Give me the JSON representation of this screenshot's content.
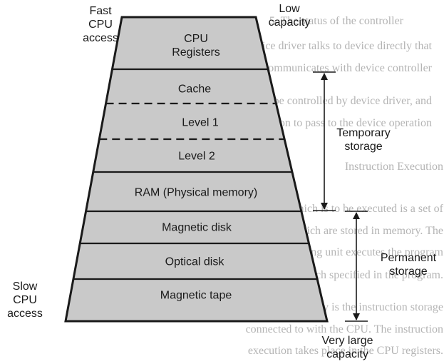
{
  "colors": {
    "pyramid_fill": "#c9c9c9",
    "outline": "#1a1a1a",
    "background_text": "#b4b4b4",
    "page_bg": "#ffffff"
  },
  "corner_labels": {
    "top_left": [
      "Fast",
      "CPU",
      "access"
    ],
    "top_right": [
      "Low",
      "capacity"
    ],
    "bottom_left": [
      "Slow",
      "CPU",
      "access"
    ],
    "bottom_right": [
      "Very large",
      "capacity"
    ]
  },
  "tiers": [
    {
      "id": "cpu-registers",
      "lines": [
        "CPU",
        "Registers"
      ]
    },
    {
      "id": "cache",
      "lines": [
        "Cache"
      ]
    },
    {
      "id": "level-1",
      "lines": [
        "Level 1"
      ]
    },
    {
      "id": "level-2",
      "lines": [
        "Level 2"
      ]
    },
    {
      "id": "ram",
      "lines": [
        "RAM (Physical memory)"
      ]
    },
    {
      "id": "magnetic-disk",
      "lines": [
        "Magnetic disk"
      ]
    },
    {
      "id": "optical-disk",
      "lines": [
        "Optical disk"
      ]
    },
    {
      "id": "magnetic-tape",
      "lines": [
        "Magnetic tape"
      ]
    }
  ],
  "brackets": {
    "temporary": [
      "Temporary",
      "storage"
    ],
    "permanent": [
      "Permanent",
      "storage"
    ]
  },
  "background_fragments": [
    "5. The status of the controller",
    "The device driver talks to device directly that",
    "The software that communicates with device controller",
    "A device can be controlled by device driver, and",
    "various information to pass to the device operation",
    "Instruction Execution",
    "The program which is to be executed is a set of",
    "instructions which are stored in memory. The",
    "central processing unit executes the program",
    "instructions which specified in the program.",
    "The main memory is the instruction storage",
    "connected to with the CPU. The instruction",
    "execution takes place in the CPU registers."
  ]
}
